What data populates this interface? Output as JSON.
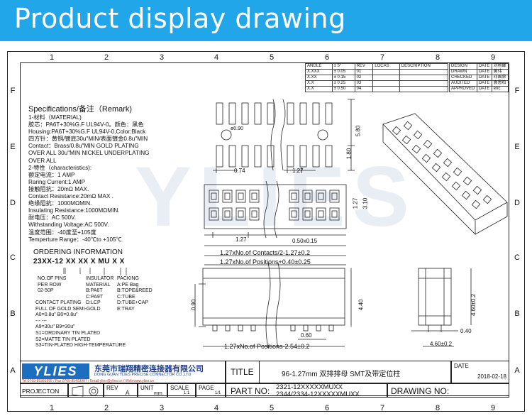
{
  "banner": {
    "title": "Product display drawing"
  },
  "grid": {
    "cols": [
      "1",
      "2",
      "3",
      "4",
      "5",
      "6",
      "7",
      "8",
      "9"
    ],
    "rows": [
      "F",
      "E",
      "D",
      "C",
      "B",
      "A"
    ]
  },
  "watermark": "YLIES",
  "tolerance_table": {
    "rows": [
      [
        "ANGLE",
        "± 5°",
        "REV",
        "LOCAS",
        "DESCRIPTION"
      ],
      [
        "X.XXX",
        "± 0.05",
        "01",
        "",
        ""
      ],
      [
        "X.XX",
        "± 0.15",
        "02",
        "",
        ""
      ],
      [
        "X.X",
        "± 0.25",
        "03",
        "",
        ""
      ],
      [
        "X.X",
        "± 0.50",
        "04",
        "",
        ""
      ]
    ]
  },
  "approval_table": {
    "rows": [
      [
        "DESIGN",
        "DATE",
        "刘杨峰"
      ],
      [
        "DRAWN",
        "DATE",
        "黄伟"
      ],
      [
        "CHECKED",
        "DATE",
        "邓国荣"
      ],
      [
        "AUDITED",
        "DATE",
        "袁恩柏"
      ],
      [
        "APPROVED",
        "DATE",
        "eric"
      ]
    ]
  },
  "spec": {
    "heading": "Specifications/备注（Remark)",
    "lines": [
      "1-材料（MATERIAL)",
      "胶芯：PA6T+30%G.F UL94V-0。颜色：黑色",
      "Housing:PA6T+30%G.F UL94V-0,Color:Black",
      "四方针：黄铜/镀底30u\"MIN/表面镀金0.8u\"MIN",
      "Contact：Brass/0.8u\"MIN GOLD PLATING",
      "OVER ALL 30u\"MIN NICKEL UNDERPLATING",
      "OVER ALL",
      "2-特性（characteristics):",
      "额定电流：1 AMP",
      "Raring Current:1 AMP",
      "接触阻抗：20mΩ MAX.",
      "Contact Resistance:20mΩ MAX .",
      "绝缘阻抗：1000MΩMIN.",
      "Insulating Resistance:1000MΩMIN.",
      "耐电压：AC 500V.",
      "Withstanding Voltage:AC 500V.",
      "温度范围：-40度至+105度",
      "Temperture Range：-40℃to +105℃"
    ]
  },
  "ordering": {
    "title": "ORDERING INFORMATION",
    "code": "23XX-12 XX XX X  MU  X X",
    "pins": [
      "NO.OF PINS",
      "PER ROW",
      "02-50P"
    ],
    "insulator": [
      "INSULATOR",
      "MATERIAL",
      "B:PA6T",
      "C:PA9T",
      "D:LCP"
    ],
    "packing": [
      "PACKING",
      "A:PE Bag",
      "B:TOPE&REED",
      "C:TUBE",
      "D:TUBE+CAP",
      "E:TRAY"
    ],
    "plating": [
      "CONTACT PLATING",
      "FULL OF GOLD SEMI-GOLD",
      "A0=0.8u\"       B0=0.8u\"",
      "---                    ---",
      "A9=30u\"        B9=30u\"",
      "S1=ORDINARY TIN PLATED",
      "S2=MATTE TIN PLATED",
      "S3=TIN-PLATED HIGH-TEMPERATURE"
    ]
  },
  "dims": {
    "d090": "ø0.90",
    "d580": "5.80",
    "d180": "1.80",
    "d074": "0.74",
    "d127a": "1.27",
    "d127b": "1.27",
    "d310": "3.10",
    "d127c": "1.27",
    "d050": "0.50x0.15",
    "contacts": "1.27xNo.of Contacts/2-1.27±0.2",
    "positions": "1.27xNo.of Positions+0.40±0.25",
    "d090b": "0.90",
    "d440": "4.40",
    "d060": "0.60",
    "positions2": "1.27xNo.of Positions-2.54±0.2",
    "d460": "4.60±0.2",
    "d040": "0.40",
    "d460b": "4.60±0.2"
  },
  "title_block": {
    "logo": "YLIES",
    "company_cn": "东莞市瑞翔精密连接器有限公司",
    "company_en": "DONG GUAN YLIES PRECISE CONNECTOR CO.,LTD",
    "contact": "Tel:0769-85381995 / Fax:0769-85493987 / Email:ylies@ylies.cn / Web:www.ylies.cn",
    "title_label": "TITLE",
    "title_value": "96-1.27mm 双排排母 SMT及带定位柱",
    "date_label": "DATE",
    "date_value": "2018-02-18",
    "part_label": "PART NO:",
    "part_line1": "2321-12XXXXXMUXX",
    "part_line2": "2344/2334-12XXXXXMUXX",
    "drawing_label": "DRAWING NO:",
    "projection_label": "PROJECTON",
    "rev_label": "REV",
    "rev_value": "A",
    "unit_label": "UNIT",
    "unit_value": "mm",
    "scale_label": "SCALE",
    "scale_value": "1:1",
    "page_label": "PAGE",
    "page_value": "1/1"
  }
}
